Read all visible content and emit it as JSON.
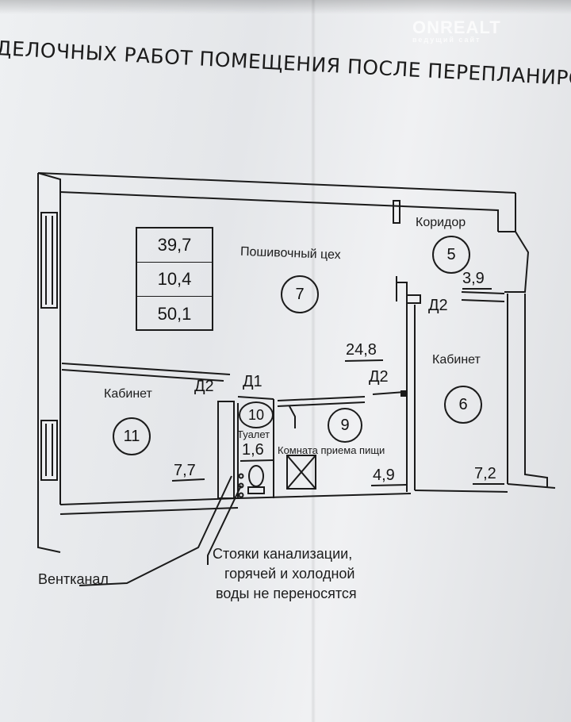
{
  "document": {
    "heading": "ДЕЛОЧНЫХ РАБОТ ПОМЕЩЕНИЯ ПОСЛЕ ПЕРЕПЛАНИРОВ",
    "watermark": {
      "main": "ONREALT",
      "sub": "ведущий сайт"
    }
  },
  "area_table": [
    "39,7",
    "10,4",
    "50,1"
  ],
  "rooms": {
    "corridor": {
      "label": "Коридор",
      "number": "5",
      "area": "3,9"
    },
    "workshop": {
      "label": "Пошивочный цех",
      "number": "7",
      "area": "24,8"
    },
    "office_right": {
      "label": "Кабинет",
      "number": "6",
      "area": "7,2"
    },
    "office_left": {
      "label": "Кабинет",
      "number": "11",
      "area": "7,7"
    },
    "toilet": {
      "label": "Туалет",
      "number": "10",
      "area": "1,6"
    },
    "food_room": {
      "label": "Комната приема пищи",
      "number": "9",
      "area": "4,9"
    }
  },
  "doors": {
    "corridor_d2": "Д2",
    "workshop_d2": "Д2",
    "office_d2": "Д2",
    "toilet_d1": "Д1"
  },
  "notes": {
    "ventilation": "Вентканал",
    "risers_line1": "Стояки канализации,",
    "risers_line2": "горячей и холодной",
    "risers_line3": "воды не переносятся"
  }
}
